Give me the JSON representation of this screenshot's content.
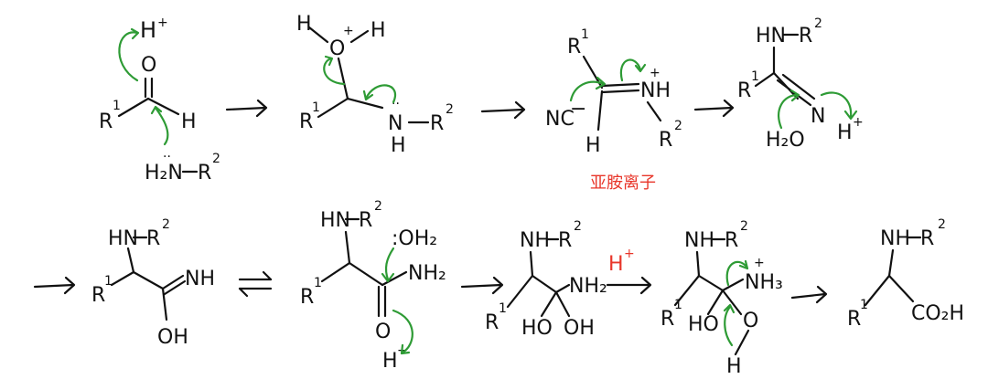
{
  "colors": {
    "ink": "#111111",
    "arrow": "#2e9b35",
    "note": "#e8362a"
  },
  "labels": {
    "hplus": "H",
    "plus": "+",
    "o": "O",
    "h": "H",
    "r1": "R",
    "r2": "R",
    "sup1": "1",
    "sup2": "2",
    "h2n": "H₂N",
    "nh": "NH",
    "n": "N",
    "nc": "NC",
    "minus": "−",
    "h2o": "H₂O",
    "hn": "HN",
    "nh2": "NH₂",
    "oh": "OH",
    "ho": "HO",
    "oh2": ":OH₂",
    "nh3": "NH₃",
    "co2h": "CO₂H",
    "lone_pair": "··"
  },
  "annotation": {
    "red_note": "亚胺离子",
    "red_hplus": "H"
  }
}
